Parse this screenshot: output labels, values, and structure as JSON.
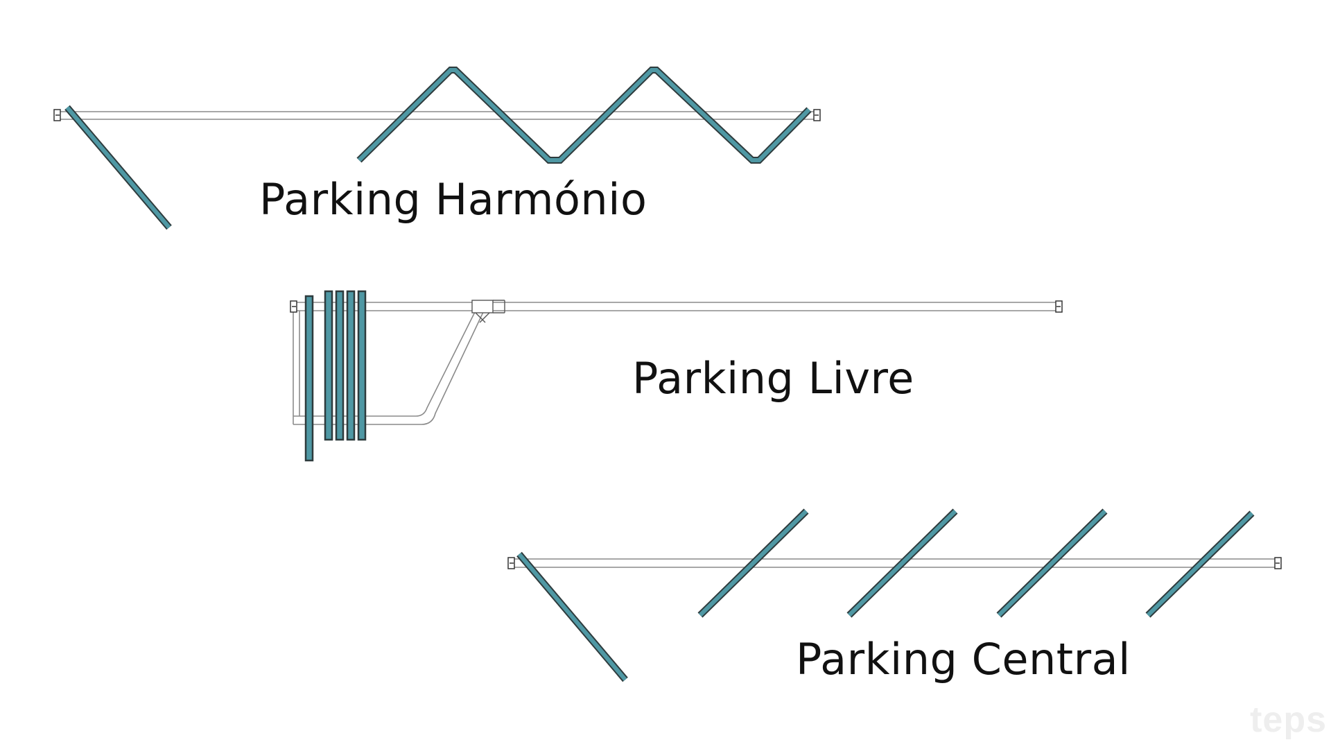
{
  "labels": {
    "harmonio": "Parking Harmónio",
    "livre": "Parking Livre",
    "central": "Parking Central"
  },
  "watermark": "teps",
  "colors": {
    "panel_fill": "#4f98a4",
    "panel_edge": "#2e3b3d",
    "rail_line": "#8a8a8a",
    "background": "#ffffff",
    "text": "#111111"
  }
}
